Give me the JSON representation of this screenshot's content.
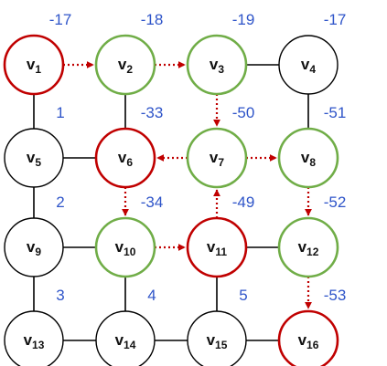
{
  "colors": {
    "red": "#c00000",
    "green": "#70ad47",
    "black": "#000000",
    "weight_text": "#2f55c9",
    "fill": "#ffffff"
  },
  "nodes": [
    {
      "id": "v1",
      "label": "v",
      "sub": "1",
      "weight": "-17",
      "state": "red"
    },
    {
      "id": "v2",
      "label": "v",
      "sub": "2",
      "weight": "-18",
      "state": "green"
    },
    {
      "id": "v3",
      "label": "v",
      "sub": "3",
      "weight": "-19",
      "state": "green"
    },
    {
      "id": "v4",
      "label": "v",
      "sub": "4",
      "weight": "-17",
      "state": "black"
    },
    {
      "id": "v5",
      "label": "v",
      "sub": "5",
      "weight": "1",
      "state": "black"
    },
    {
      "id": "v6",
      "label": "v",
      "sub": "6",
      "weight": "-33",
      "state": "red"
    },
    {
      "id": "v7",
      "label": "v",
      "sub": "7",
      "weight": "-50",
      "state": "green"
    },
    {
      "id": "v8",
      "label": "v",
      "sub": "8",
      "weight": "-51",
      "state": "green"
    },
    {
      "id": "v9",
      "label": "v",
      "sub": "9",
      "weight": "2",
      "state": "black"
    },
    {
      "id": "v10",
      "label": "v",
      "sub": "10",
      "weight": "-34",
      "state": "green"
    },
    {
      "id": "v11",
      "label": "v",
      "sub": "11",
      "weight": "-49",
      "state": "red"
    },
    {
      "id": "v12",
      "label": "v",
      "sub": "12",
      "weight": "-52",
      "state": "green"
    },
    {
      "id": "v13",
      "label": "v",
      "sub": "13",
      "weight": "3",
      "state": "black"
    },
    {
      "id": "v14",
      "label": "v",
      "sub": "14",
      "weight": "4",
      "state": "black"
    },
    {
      "id": "v15",
      "label": "v",
      "sub": "15",
      "weight": "5",
      "state": "black"
    },
    {
      "id": "v16",
      "label": "v",
      "sub": "16",
      "weight": "-53",
      "state": "red"
    }
  ],
  "edges": [
    {
      "from": "v1",
      "to": "v2",
      "kind": "arrow"
    },
    {
      "from": "v2",
      "to": "v3",
      "kind": "arrow"
    },
    {
      "from": "v3",
      "to": "v4",
      "kind": "line"
    },
    {
      "from": "v1",
      "to": "v5",
      "kind": "line"
    },
    {
      "from": "v2",
      "to": "v6",
      "kind": "line"
    },
    {
      "from": "v3",
      "to": "v7",
      "kind": "arrow"
    },
    {
      "from": "v4",
      "to": "v8",
      "kind": "line"
    },
    {
      "from": "v7",
      "to": "v6",
      "kind": "arrow"
    },
    {
      "from": "v7",
      "to": "v8",
      "kind": "arrow"
    },
    {
      "from": "v5",
      "to": "v6",
      "kind": "line"
    },
    {
      "from": "v5",
      "to": "v9",
      "kind": "line"
    },
    {
      "from": "v6",
      "to": "v10",
      "kind": "arrow"
    },
    {
      "from": "v11",
      "to": "v7",
      "kind": "arrow"
    },
    {
      "from": "v8",
      "to": "v12",
      "kind": "arrow"
    },
    {
      "from": "v9",
      "to": "v10",
      "kind": "line"
    },
    {
      "from": "v10",
      "to": "v11",
      "kind": "arrow"
    },
    {
      "from": "v11",
      "to": "v12",
      "kind": "line"
    },
    {
      "from": "v9",
      "to": "v13",
      "kind": "line"
    },
    {
      "from": "v10",
      "to": "v14",
      "kind": "line"
    },
    {
      "from": "v11",
      "to": "v15",
      "kind": "line"
    },
    {
      "from": "v12",
      "to": "v16",
      "kind": "arrow"
    },
    {
      "from": "v13",
      "to": "v14",
      "kind": "line"
    },
    {
      "from": "v14",
      "to": "v15",
      "kind": "line"
    },
    {
      "from": "v15",
      "to": "v16",
      "kind": "line"
    }
  ]
}
